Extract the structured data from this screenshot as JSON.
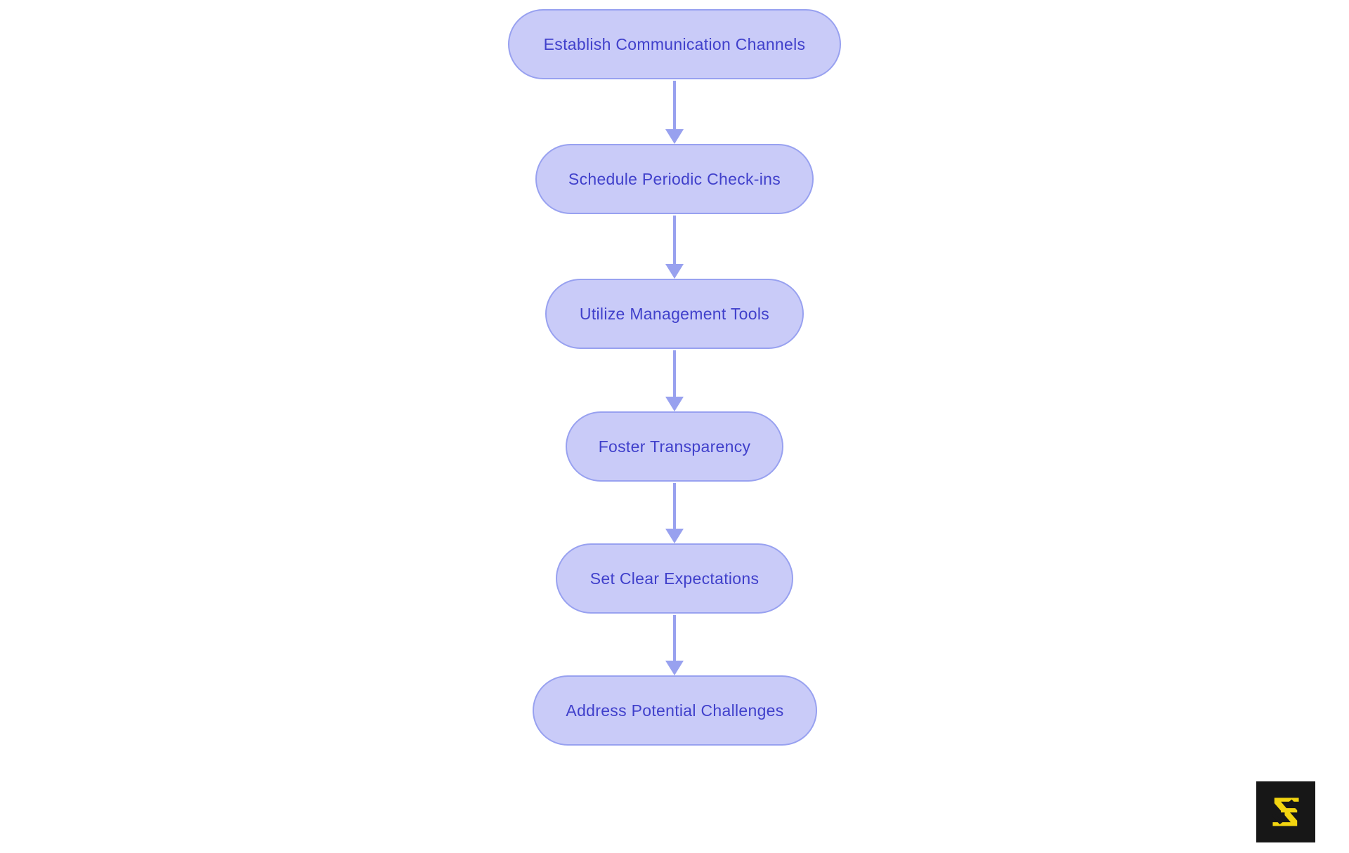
{
  "diagram": {
    "type": "flowchart",
    "direction": "top-down",
    "nodes": [
      {
        "id": "n1",
        "label": "Establish Communication Channels"
      },
      {
        "id": "n2",
        "label": "Schedule Periodic Check-ins"
      },
      {
        "id": "n3",
        "label": "Utilize Management Tools"
      },
      {
        "id": "n4",
        "label": "Foster Transparency"
      },
      {
        "id": "n5",
        "label": "Set Clear Expectations"
      },
      {
        "id": "n6",
        "label": "Address Potential Challenges"
      }
    ],
    "edges": [
      {
        "from": "n1",
        "to": "n2"
      },
      {
        "from": "n2",
        "to": "n3"
      },
      {
        "from": "n3",
        "to": "n4"
      },
      {
        "from": "n4",
        "to": "n5"
      },
      {
        "from": "n5",
        "to": "n6"
      }
    ]
  },
  "logo": {
    "name": "stylized-s-logo"
  },
  "theme": {
    "background": "#ffffff",
    "node_fill": "#c9cbf8",
    "node_border": "#98a1f0",
    "node_text": "#4040cb",
    "arrow": "#98a1ef",
    "logo_bg": "#171717",
    "logo_accent": "#f2d410"
  }
}
